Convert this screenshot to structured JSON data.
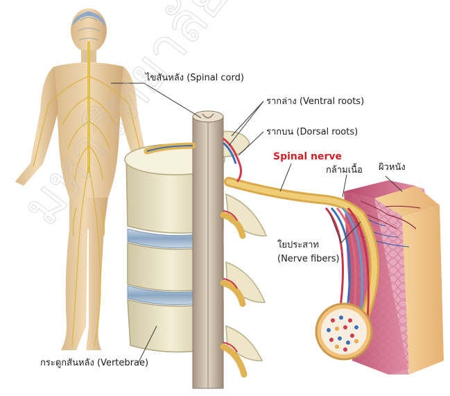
{
  "labels": {
    "spinal_cord": "ไขสันหลัง (Spinal cord)",
    "ventral_roots": "รากล่าง (Ventral roots)",
    "dorsal_roots": "รากบน (Dorsal roots)",
    "spinal_nerve": "Spinal nerve",
    "muscle": "กล้ามเนื้อ",
    "skin": "ผิวหนัง",
    "nerve_fibers_th": "ใยประสาท",
    "nerve_fibers_en": "(Nerve fibers)",
    "vertebrae": "กระดูกสันหลัง (Vertebrae)"
  },
  "watermark": {
    "text": "มหาวิทยาลัยราม",
    "note": "faint outlined university watermark text drawn diagonally"
  },
  "colors": {
    "label_text": "#1a1a1a",
    "spinal_nerve_label": "#d11f26",
    "nerve_yellow": "#e9c35a",
    "bone": "#ede6c8",
    "disc": "#9fb7cf",
    "muscle": "#c65a78",
    "skin": "#eec38a"
  }
}
